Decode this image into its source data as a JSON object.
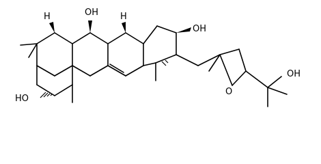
{
  "molecule": {
    "atom_labels": {
      "oh_top": "OH",
      "h_left": "H",
      "h_mid": "H",
      "oh_right": "OH",
      "ho_left": "HO",
      "o_ring": "O",
      "oh_tail": "OH"
    }
  }
}
